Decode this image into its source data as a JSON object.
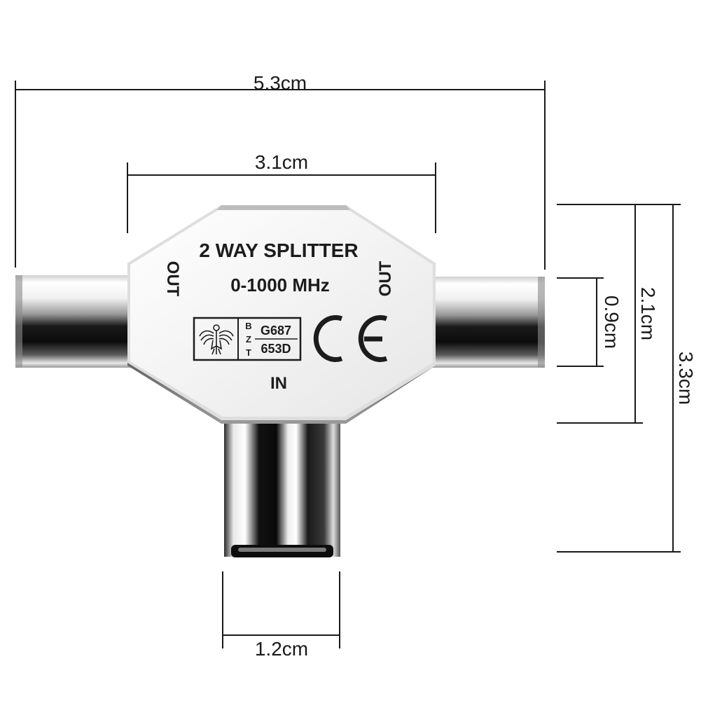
{
  "product": {
    "title": "2 WAY SPLITTER",
    "frequency": "0-1000 MHz",
    "port_out_left": "OUT",
    "port_out_right": "OUT",
    "port_in": "IN",
    "cert_letters": [
      "B",
      "Z",
      "T"
    ],
    "cert_code_1": "G687",
    "cert_code_2": "653D",
    "ce_mark": "CE",
    "eagle_icon": "federal-eagle-icon"
  },
  "dimensions": {
    "total_width": "5.3cm",
    "body_width": "3.1cm",
    "total_height": "3.3cm",
    "body_height": "2.1cm",
    "plug_diameter": "0.9cm",
    "socket_width": "1.2cm"
  },
  "colors": {
    "line": "#1a1a1a",
    "metal_light": "#ffffff",
    "metal_dark": "#151515",
    "body_face": "#f4f4f4"
  }
}
